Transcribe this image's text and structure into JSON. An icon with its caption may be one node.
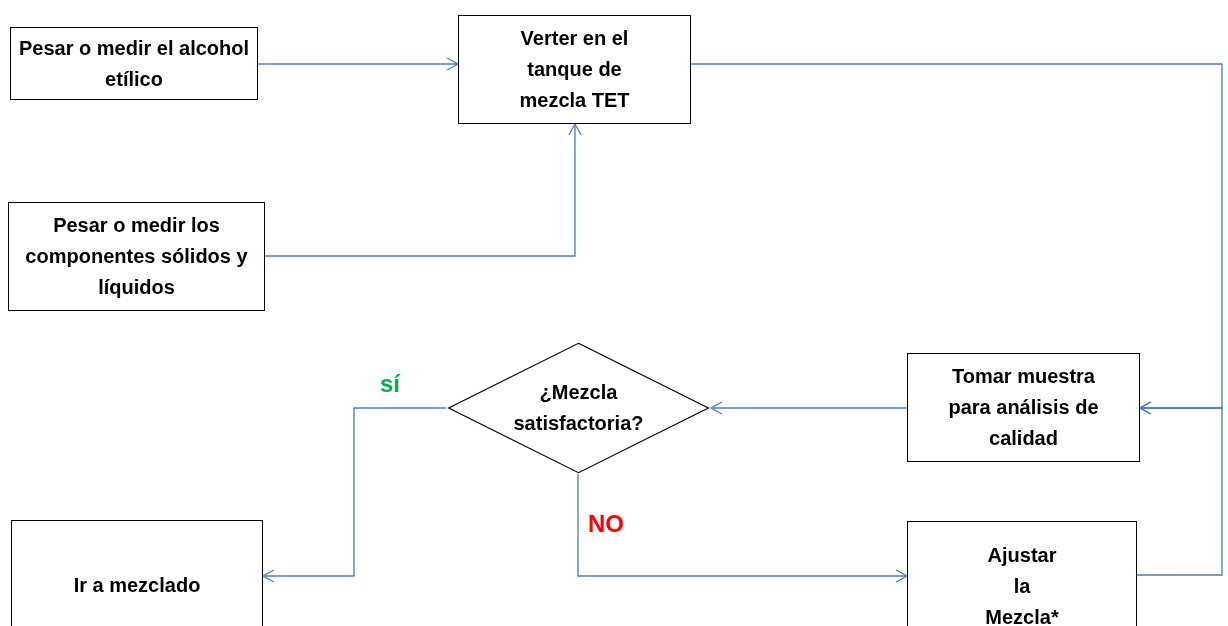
{
  "diagram": {
    "nodes": [
      {
        "text": [
          "Pesar o medir el alcohol etílico"
        ]
      },
      {
        "text": [
          "Pesar o medir los componentes sólidos y líquidos"
        ]
      },
      {
        "text": [
          "Verter en el tanque de mezcla TET"
        ]
      },
      {
        "text": [
          "Tomar muestra para análisis de calidad"
        ]
      },
      {
        "text": [
          "¿Mezcla satisfactoria?"
        ]
      },
      {
        "text": [
          "Ir a mezclado"
        ]
      },
      {
        "text": [
          "Ajustar la Mezcla*"
        ]
      }
    ],
    "edges": [
      {
        "from": 0,
        "to": 2,
        "arrow": "to"
      },
      {
        "from": 1,
        "to": 2,
        "arrow": "to"
      },
      {
        "from": 2,
        "to": 3,
        "arrow": "to"
      },
      {
        "from": 6,
        "to": 3,
        "arrow": "to"
      },
      {
        "from": 3,
        "to": 4,
        "arrow": "to"
      },
      {
        "from": 4,
        "to": 5,
        "arrow": "to",
        "label": "sí"
      },
      {
        "from": 4,
        "to": 6,
        "arrow": "to",
        "label": "NO"
      }
    ]
  }
}
